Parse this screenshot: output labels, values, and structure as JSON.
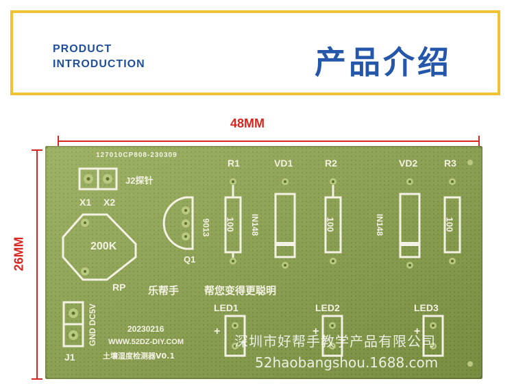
{
  "banner": {
    "en_line1": "PRODUCT",
    "en_line2": "INTRODUCTION",
    "cn_title": "产品介绍",
    "border_color": "#f1c232",
    "text_color": "#1f4f9b"
  },
  "dimensions": {
    "width_label": "48MM",
    "height_label": "26MM",
    "color": "#d6261f"
  },
  "pcb": {
    "board_code": "127010CP808-230309",
    "labels": {
      "r1": "R1",
      "vd1": "VD1",
      "r2": "R2",
      "vd2": "VD2",
      "r3": "R3",
      "j2": "J2探针",
      "x1": "X1",
      "x2": "X2",
      "rp": "RP",
      "pot": "200K",
      "q1": "Q1",
      "q1_part": "9013",
      "diode1": "IN148",
      "diode2": "IN148",
      "res1": "100",
      "res2": "100",
      "res3": "100",
      "slogan_brand": "乐帮手",
      "slogan": "帮您变得更聪明",
      "led1": "LED1",
      "led2": "LED2",
      "led3": "LED3",
      "date": "20230216",
      "url": "WWW.52DZ-DIY.COM",
      "product": "土壤湿度检测器V0.1",
      "j1": "J1",
      "power": "GND DC5V",
      "plus": "+"
    },
    "colors": {
      "board": "#8ea64c",
      "silk": "#f4f2e4",
      "pad": "#b9c97f"
    }
  },
  "watermark": {
    "line1": "深圳市好帮手教学产品有限公司",
    "line2": "52haobangshou.1688.com"
  }
}
